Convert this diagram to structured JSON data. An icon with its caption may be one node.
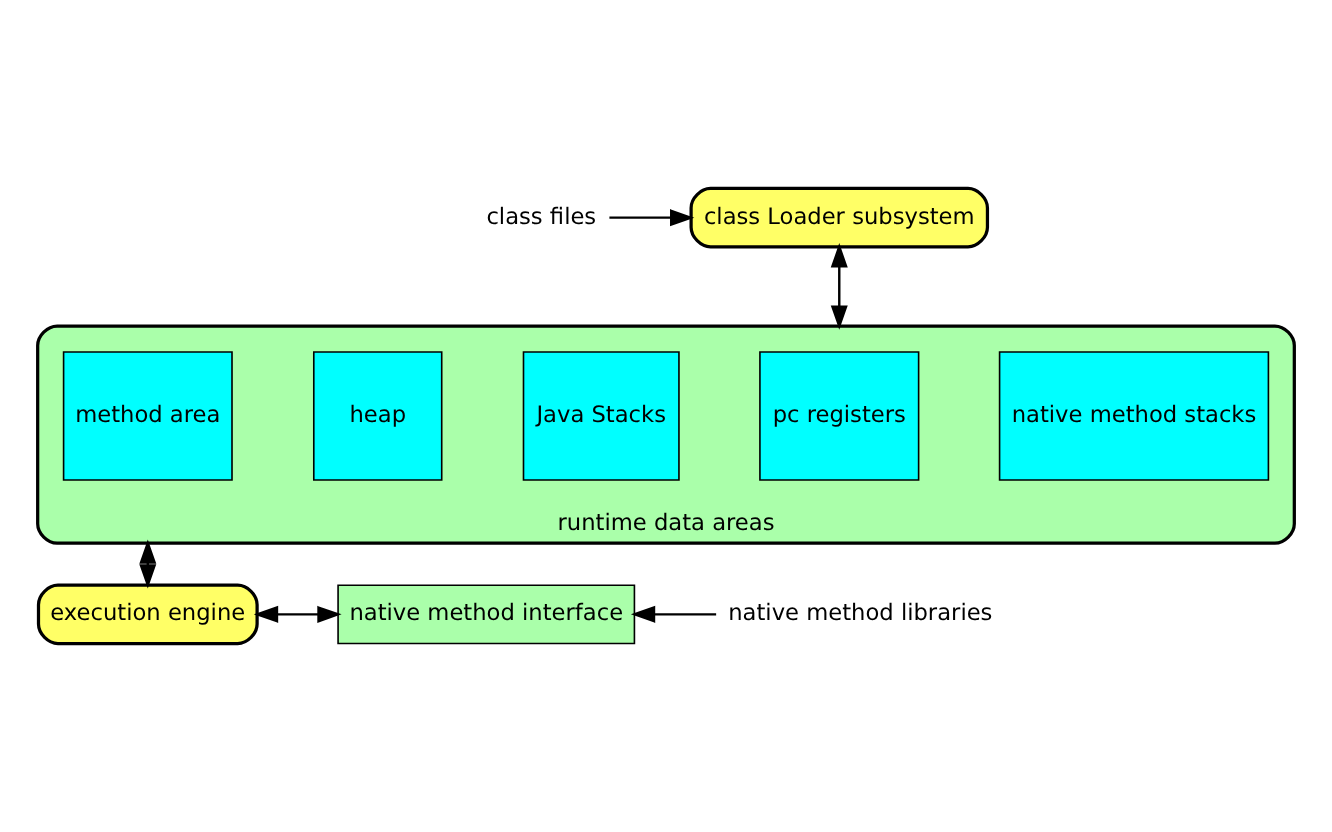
{
  "diagram": {
    "nodes": [
      {
        "text": [
          "class files"
        ]
      },
      {
        "text": [
          "class Loader subsystem"
        ]
      },
      {
        "text": [
          "runtime data areas"
        ]
      },
      {
        "text": [
          "method area"
        ],
        "in": 2
      },
      {
        "text": [
          "heap"
        ],
        "in": 2
      },
      {
        "text": [
          "Java Stacks"
        ],
        "in": 2
      },
      {
        "text": [
          "pc registers"
        ],
        "in": 2
      },
      {
        "text": [
          "native method stacks"
        ],
        "in": 2
      },
      {
        "text": [
          "execution engine"
        ]
      },
      {
        "text": [
          "native method interface"
        ]
      },
      {
        "text": [
          "native method libraries"
        ]
      }
    ],
    "edges": [
      {
        "from": 0,
        "to": 1,
        "arrow": "to"
      },
      {
        "from": 1,
        "to": 2,
        "arrow": "both"
      },
      {
        "from": 2,
        "to": 8,
        "arrow": "both"
      },
      {
        "from": 8,
        "to": 9,
        "arrow": "both"
      },
      {
        "from": 10,
        "to": 9,
        "arrow": "to"
      }
    ]
  }
}
